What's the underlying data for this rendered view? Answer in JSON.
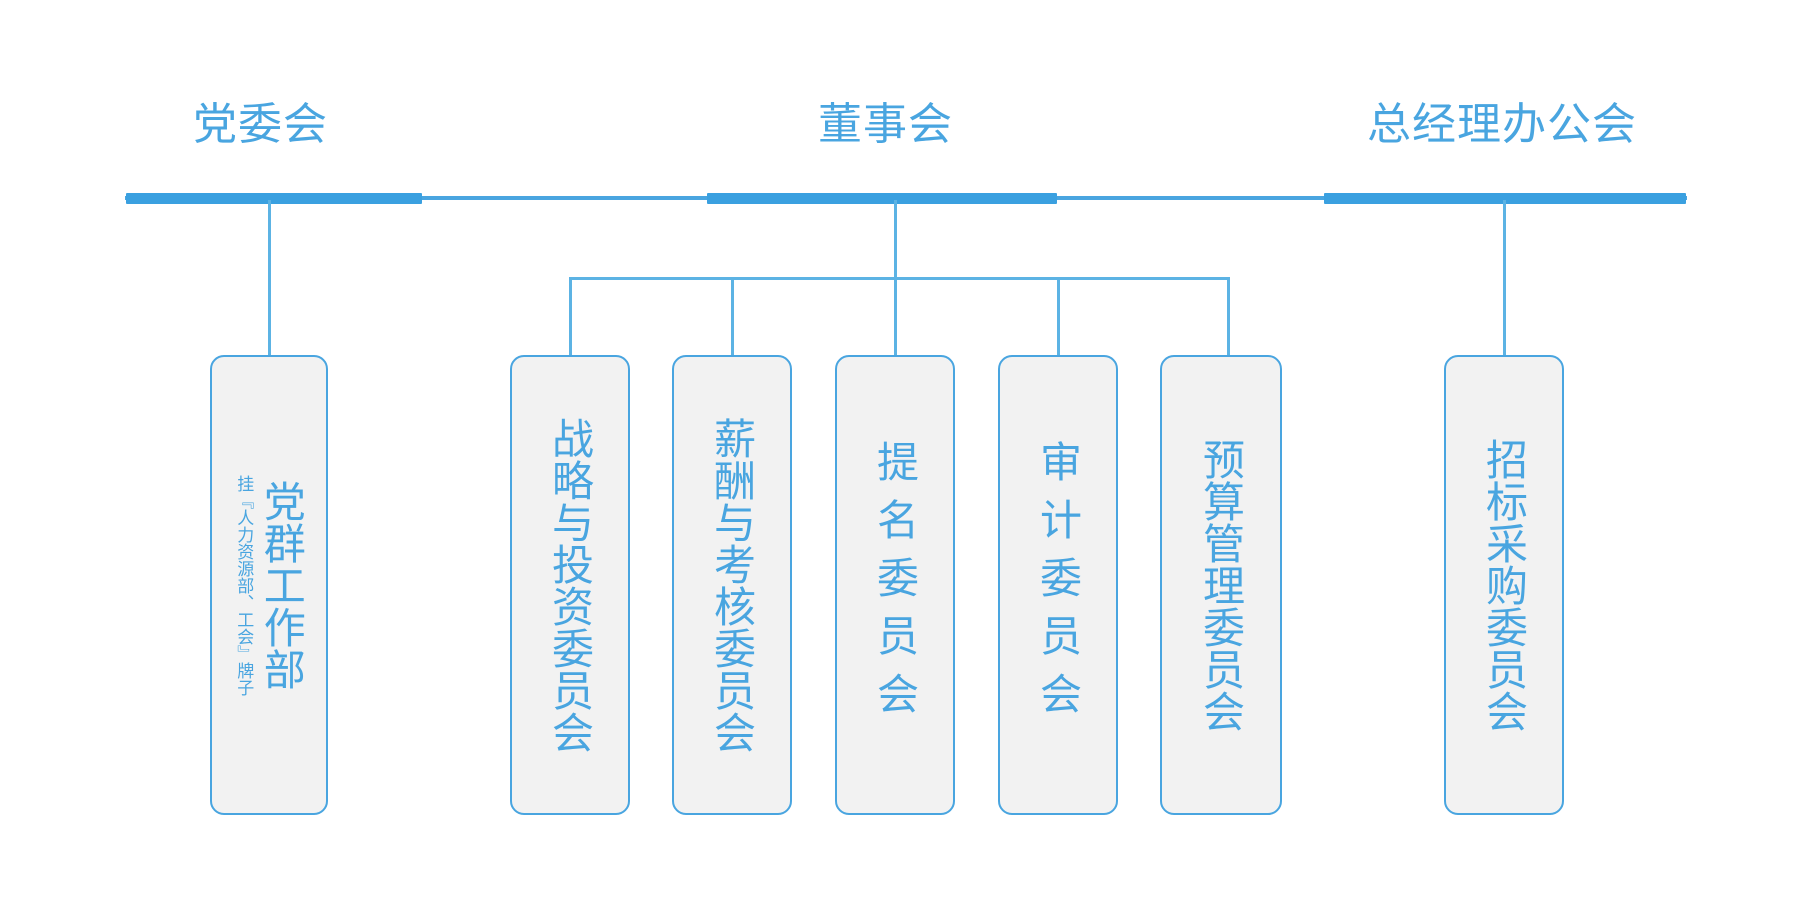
{
  "chart": {
    "title": "",
    "type": "org-chart",
    "accent_color": "#49a5e0",
    "box_fill_color": "#f2f2f2",
    "background_color": "#ffffff"
  },
  "headers": [
    {
      "label": "党委会"
    },
    {
      "label": "董事会"
    },
    {
      "label": "总经理办公会"
    }
  ],
  "nodes": [
    {
      "label": "党群工作部",
      "note": "挂『人力资源部、工会』牌子",
      "parent": "党委会"
    },
    {
      "label": "战略与投资委员会",
      "note": "",
      "parent": "董事会"
    },
    {
      "label": "薪酬与考核委员会",
      "note": "",
      "parent": "董事会"
    },
    {
      "label": "提名委员会",
      "note": "",
      "parent": "董事会"
    },
    {
      "label": "审计委员会",
      "note": "",
      "parent": "董事会"
    },
    {
      "label": "预算管理委员会",
      "note": "",
      "parent": "董事会"
    },
    {
      "label": "招标采购委员会",
      "note": "",
      "parent": "总经理办公会"
    }
  ]
}
